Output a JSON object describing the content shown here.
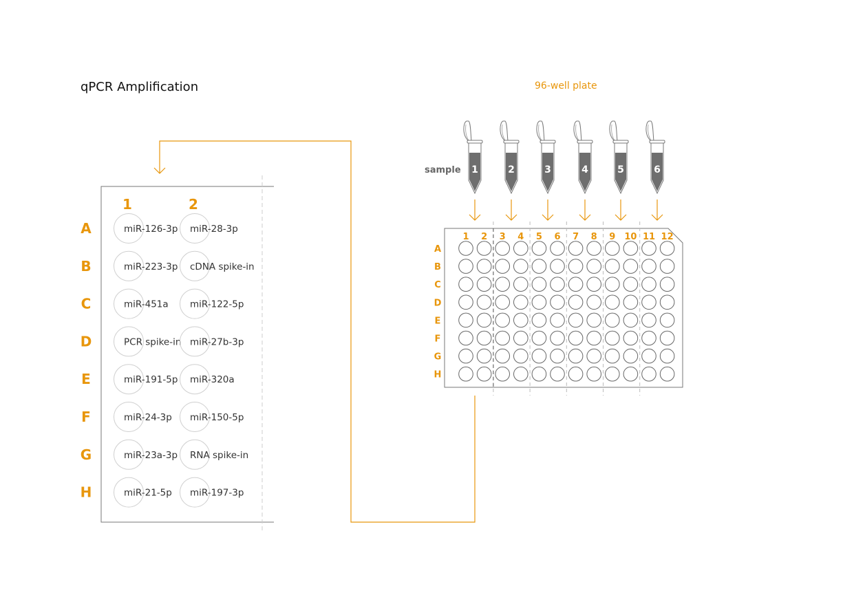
{
  "diagram": {
    "title": "qPCR Amplification",
    "plate_title": "96-well plate",
    "sample_label": "sample",
    "colors": {
      "accent": "#e8960c",
      "tube_fill": "#6e6e6e",
      "line": "#666666",
      "well_light": "#cfcfcf",
      "text": "#333333"
    },
    "zoom_panel": {
      "columns": [
        "1",
        "2"
      ],
      "rows": [
        "A",
        "B",
        "C",
        "D",
        "E",
        "F",
        "G",
        "H"
      ],
      "wells": [
        [
          "miR-126-3p",
          "miR-28-3p"
        ],
        [
          "miR-223-3p",
          "cDNA spike-in"
        ],
        [
          "miR-451a",
          "miR-122-5p"
        ],
        [
          "PCR spike-in",
          "miR-27b-3p"
        ],
        [
          "miR-191-5p",
          "miR-320a"
        ],
        [
          "miR-24-3p",
          "miR-150-5p"
        ],
        [
          "miR-23a-3p",
          "RNA spike-in"
        ],
        [
          "miR-21-5p",
          "miR-197-3p"
        ]
      ]
    },
    "tubes": [
      "1",
      "2",
      "3",
      "4",
      "5",
      "6"
    ],
    "plate": {
      "columns": [
        "1",
        "2",
        "3",
        "4",
        "5",
        "6",
        "7",
        "8",
        "9",
        "10",
        "11",
        "12"
      ],
      "rows": [
        "A",
        "B",
        "C",
        "D",
        "E",
        "F",
        "G",
        "H"
      ]
    }
  }
}
